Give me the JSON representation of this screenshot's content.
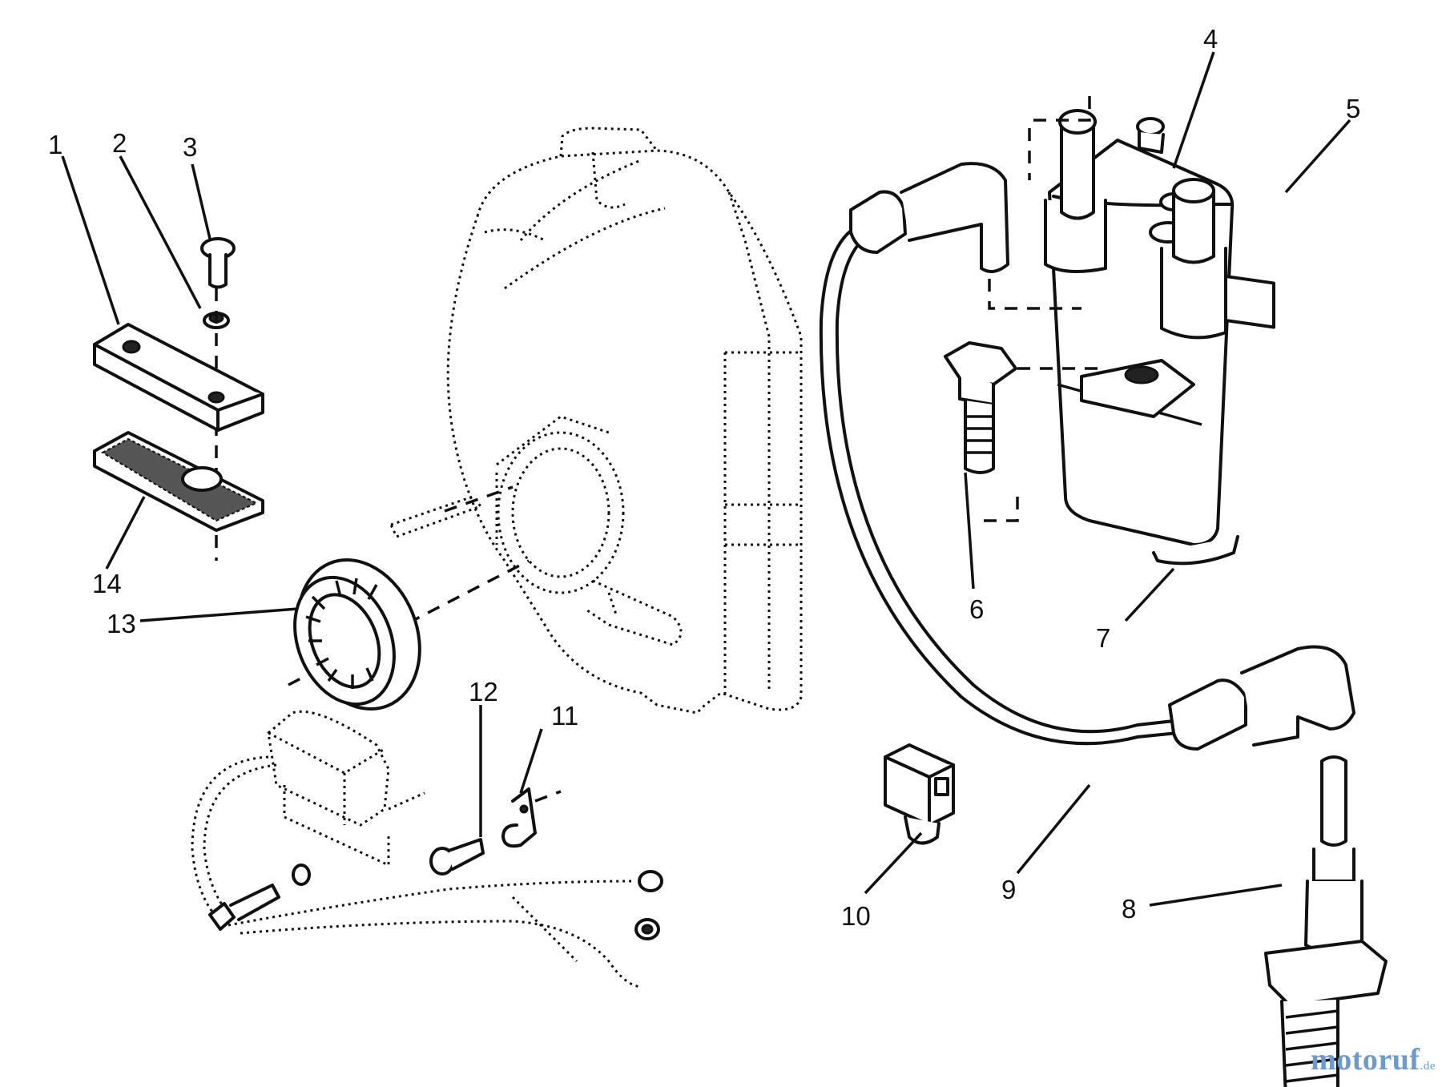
{
  "callouts": [
    "1",
    "2",
    "3",
    "4",
    "5",
    "6",
    "7",
    "8",
    "9",
    "10",
    "11",
    "12",
    "13",
    "14"
  ],
  "watermark": {
    "text": "motoruf",
    "suffix": ".de",
    "color": "#6a9bd0"
  },
  "colors": {
    "line": "#111111",
    "background": "#ffffff"
  }
}
